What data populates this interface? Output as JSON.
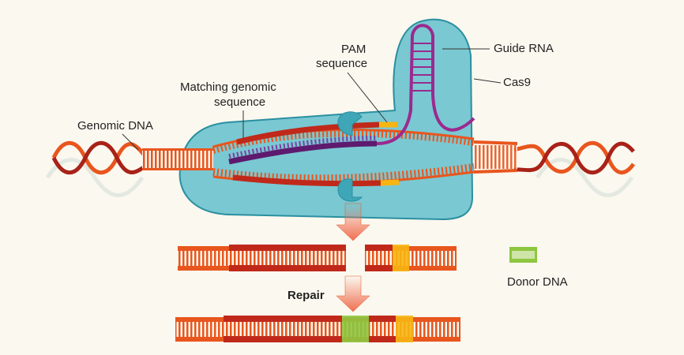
{
  "labels": {
    "genomic_dna": "Genomic DNA",
    "matching_line1": "Matching genomic",
    "matching_line2": "sequence",
    "pam_line1": "PAM",
    "pam_line2": "sequence",
    "guide_rna": "Guide RNA",
    "cas9": "Cas9",
    "repair": "Repair",
    "donor_dna": "Donor DNA"
  },
  "colors": {
    "background": "#fbf8ef",
    "dna": "#e8561e",
    "target_dna": "#c0291a",
    "pam": "#f7b512",
    "donor": "#8dc63f",
    "guide_rna": "#9b2a8f",
    "guide_match": "#5e1a6e",
    "cas9": "#4fb8c8",
    "arrow": "#ef6f52"
  }
}
